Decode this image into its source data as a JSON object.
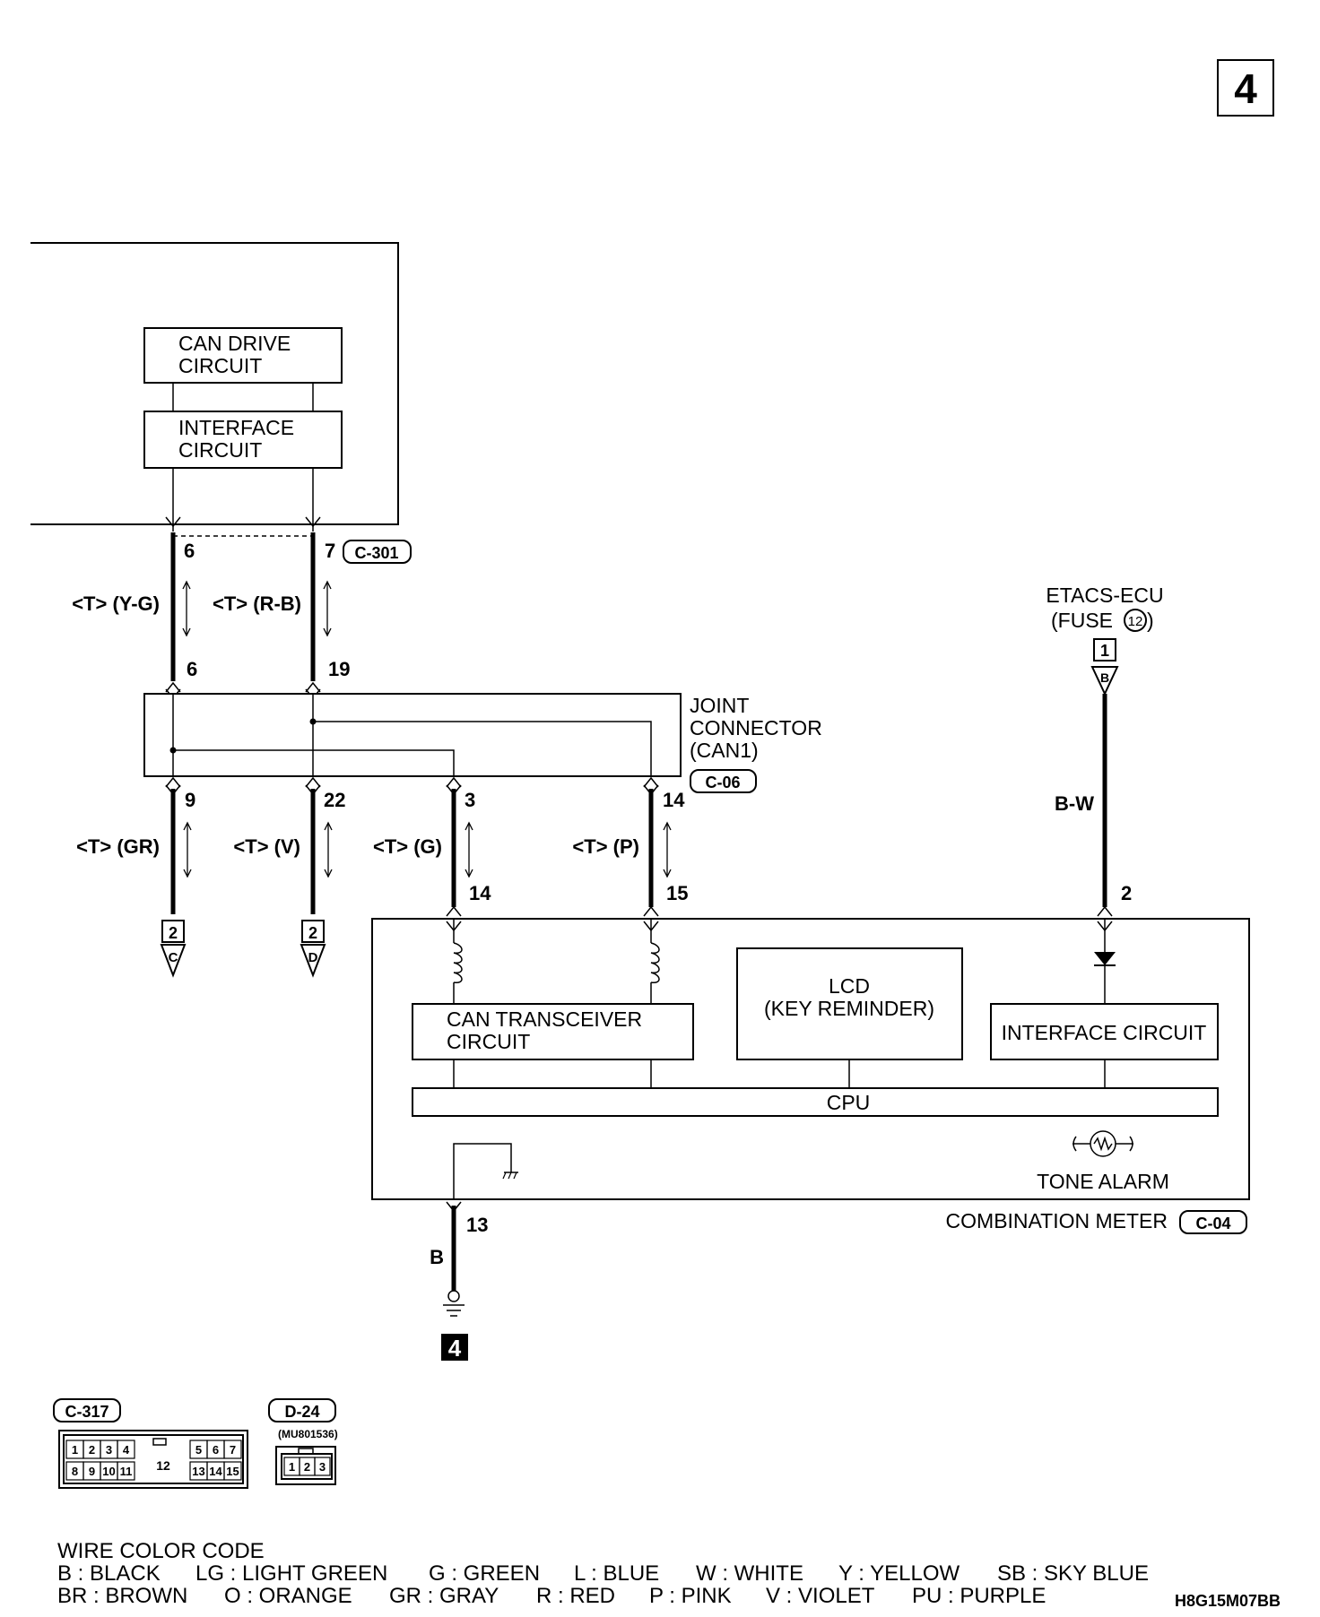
{
  "page_number": "4",
  "ecu_blocks": {
    "can_drive": "CAN DRIVE\nCIRCUIT",
    "interface": "INTERFACE\nCIRCUIT"
  },
  "connectors": {
    "c301": "C-301",
    "c06": "C-06",
    "c04": "C-04",
    "c317": "C-317",
    "d24": "D-24",
    "d24_part": "(MU801536)"
  },
  "pins": {
    "top_left": "6",
    "top_right": "7",
    "joint_in_left": "6",
    "joint_in_right": "19",
    "joint_out_1": "9",
    "joint_out_2": "22",
    "joint_out_3": "3",
    "joint_out_4": "14",
    "meter_in_1": "14",
    "meter_in_2": "15",
    "meter_ign": "2",
    "meter_gnd": "13"
  },
  "wires": {
    "yg": "<T> (Y-G)",
    "rb": "<T> (R-B)",
    "gr": "<T> (GR)",
    "v": "<T> (V)",
    "g": "<T> (G)",
    "p": "<T> (P)",
    "bw": "B-W",
    "b": "B"
  },
  "joint_connector": "JOINT\nCONNECTOR\n(CAN1)",
  "etacs": {
    "title": "ETACS-ECU",
    "fuse_prefix": "(FUSE",
    "fuse_num": "12",
    "fuse_suffix": ")",
    "ref_num": "1",
    "ref_letter": "B"
  },
  "refs": {
    "left_num": "2",
    "left_letter": "C",
    "right_num": "2",
    "right_letter": "D"
  },
  "meter": {
    "can_transceiver": "CAN TRANSCEIVER\nCIRCUIT",
    "lcd": "LCD\n(KEY REMINDER)",
    "interface": "INTERFACE CIRCUIT",
    "cpu": "CPU",
    "tone_alarm": "TONE ALARM",
    "title": "COMBINATION METER"
  },
  "ground_ref": "4",
  "c317_pins_top": [
    "1",
    "2",
    "3",
    "4",
    "5",
    "6",
    "7"
  ],
  "c317_pins_bottom": [
    "8",
    "9",
    "10",
    "11",
    "13",
    "14",
    "15"
  ],
  "c317_center": "12",
  "d24_pins": [
    "1",
    "2",
    "3"
  ],
  "wire_color_code": {
    "title": "WIRE COLOR CODE",
    "row1": [
      "B : BLACK",
      "LG : LIGHT GREEN",
      "G : GREEN",
      "L : BLUE",
      "W : WHITE",
      "Y : YELLOW",
      "SB : SKY BLUE"
    ],
    "row2": [
      "BR : BROWN",
      "O : ORANGE",
      "GR : GRAY",
      "R : RED",
      "P : PINK",
      "V : VIOLET",
      "PU : PURPLE"
    ]
  },
  "figure_code": "H8G15M07BB"
}
